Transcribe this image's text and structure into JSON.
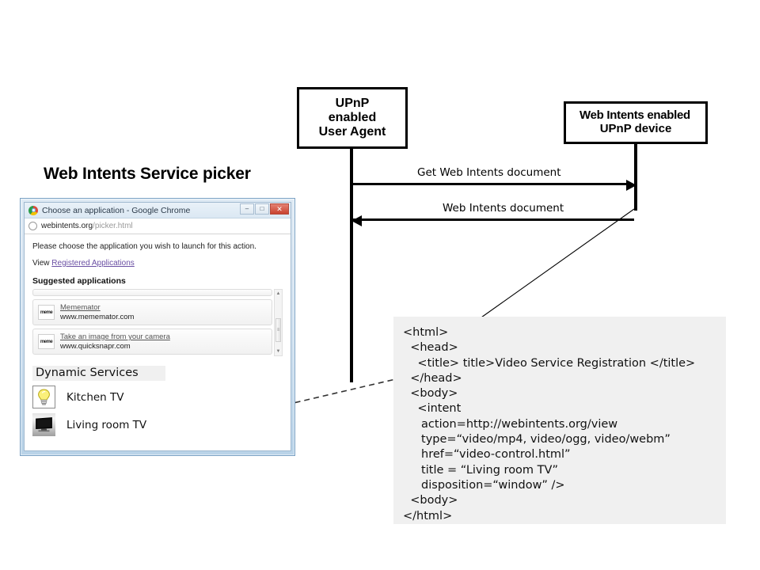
{
  "slide": {
    "picker_heading": "Web Intents Service picker"
  },
  "diagram": {
    "nodes": [
      {
        "id": "upnp-user-agent",
        "lines": [
          "UPnP",
          "enabled",
          "User Agent"
        ]
      },
      {
        "id": "webintents-upnp-device",
        "lines": [
          "Web Intents enabled",
          "UPnP device"
        ]
      }
    ],
    "messages": [
      {
        "label": "Get  Web Intents document",
        "direction": "right"
      },
      {
        "label": "Web Intents document",
        "direction": "left"
      }
    ]
  },
  "code_box": {
    "lines": [
      "<html>",
      "  <head>",
      "    <title> title>Video Service Registration </title>",
      "  </head>",
      "  <body>",
      "    <intent",
      "     action=http://webintents.org/view",
      "     type=“video/mp4, video/ogg, video/webm”",
      "     href=“video-control.html”",
      "     title = “Living room TV”",
      "     disposition=“window” />",
      "  <body>",
      "</html>"
    ]
  },
  "browser": {
    "title": "Choose an application - Google Chrome",
    "window_buttons": {
      "minimize": "–",
      "maximize": "□",
      "close": "✕"
    },
    "omnibox": {
      "domain": "webintents.org",
      "path": "/picker.html"
    },
    "picker": {
      "prompt": "Please choose the application you wish to launch for this action.",
      "view_label": "View",
      "registered_link": "Registered Applications",
      "suggested_title": "Suggested applications",
      "apps": [
        {
          "favicon": "meme",
          "name": "Mememator",
          "url": "www.mememator.com"
        },
        {
          "favicon": "meme",
          "name": "Take an image from your camera",
          "url": "www.quicksnapr.com"
        }
      ],
      "scrollbar": {
        "up": "▲",
        "down": "▼",
        "grip": "≡"
      },
      "dynamic_services_title": "Dynamic Services",
      "services": [
        {
          "icon": "lightbulb-icon",
          "label": "Kitchen TV"
        },
        {
          "icon": "television-icon",
          "label": "Living room TV"
        }
      ]
    }
  }
}
